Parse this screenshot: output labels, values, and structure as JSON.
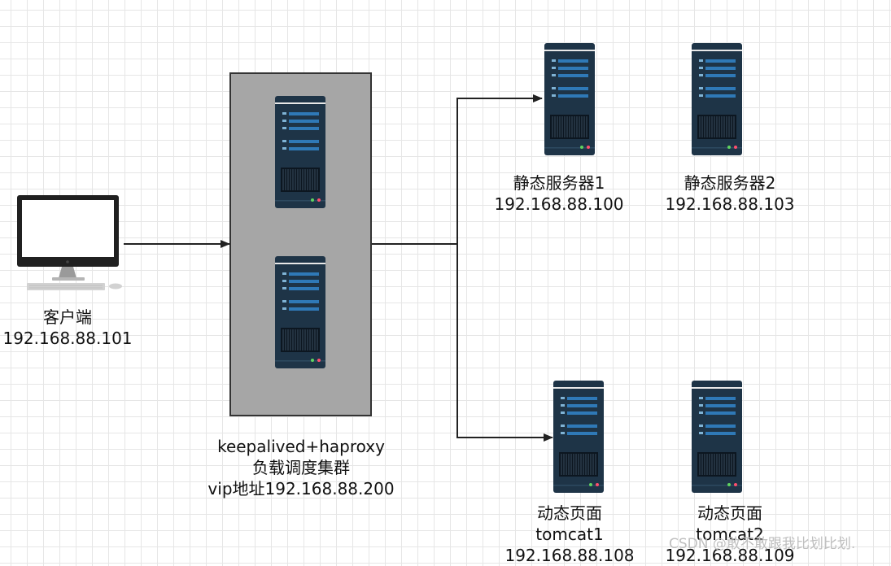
{
  "client": {
    "name": "客户端",
    "ip": "192.168.88.101"
  },
  "balancer": {
    "line1": "keepalived+haproxy",
    "line2": "负载调度集群",
    "line3": "vip地址192.168.88.200"
  },
  "static_servers": [
    {
      "name": "静态服务器1",
      "ip": "192.168.88.100"
    },
    {
      "name": "静态服务器2",
      "ip": "192.168.88.103"
    }
  ],
  "dynamic_servers": [
    {
      "name": "动态页面",
      "app": "tomcat1",
      "ip": "192.168.88.108"
    },
    {
      "name": "动态页面",
      "app": "tomcat2",
      "ip": "192.168.88.109"
    }
  ],
  "watermark": "CSDN @敢不敢跟我比划比划."
}
